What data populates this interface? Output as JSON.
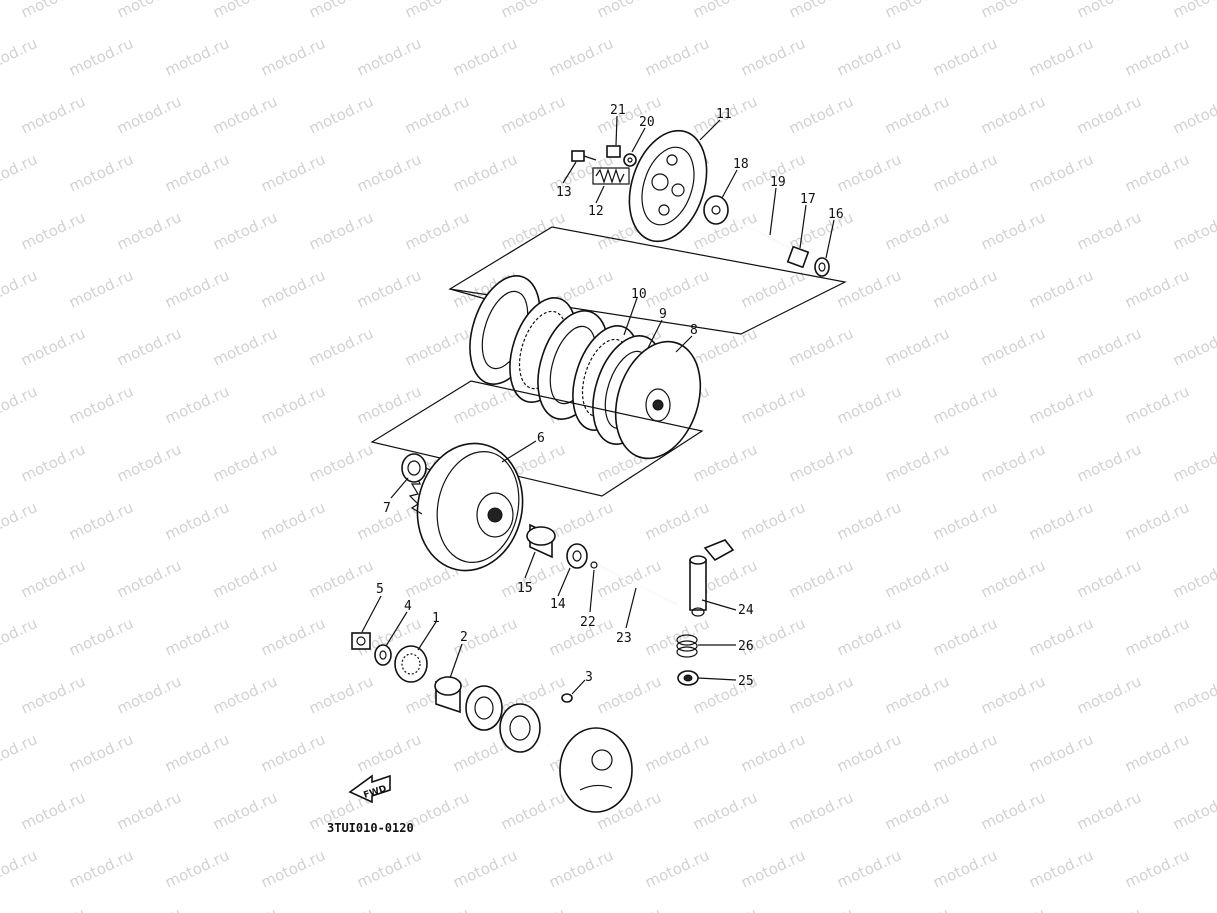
{
  "watermark": {
    "text": "motod.ru"
  },
  "diagram": {
    "code": "3TUI010-0120",
    "fwd_arrow_text": "FWD",
    "callouts": [
      "1",
      "2",
      "3",
      "4",
      "5",
      "6",
      "7",
      "8",
      "9",
      "10",
      "11",
      "12",
      "13",
      "14",
      "15",
      "16",
      "17",
      "18",
      "19",
      "20",
      "21",
      "22",
      "23",
      "24",
      "25",
      "26"
    ]
  }
}
